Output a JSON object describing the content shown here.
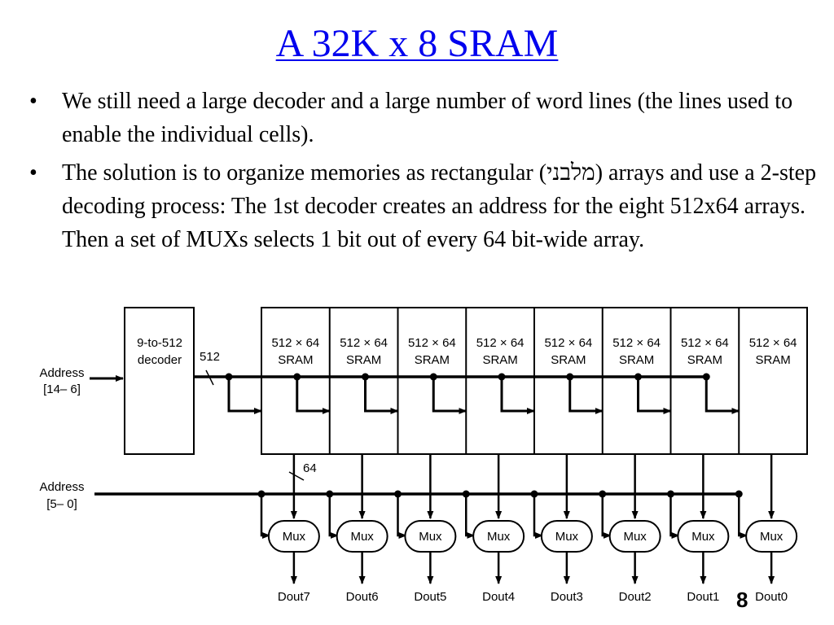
{
  "slide": {
    "title": "A 32K x 8 SRAM",
    "bullets": [
      {
        "text": "We still need a large decoder and a large number of word lines (the lines used to enable the individual cells)."
      },
      {
        "before": "The solution is to organize memories as rectangular (",
        "hebrew": "מלבני",
        "after": ") arrays and use a 2-step decoding process: The 1st decoder creates an address for the eight 512x64 arrays. Then a set of MUXs selects 1 bit out of every 64 bit-wide array."
      }
    ],
    "page_number": "8"
  },
  "diagram": {
    "decoder": {
      "line1": "9-to-512",
      "line2": "decoder"
    },
    "address_high": {
      "line1": "Address",
      "line2": "[14– 6]"
    },
    "address_low": {
      "line1": "Address",
      "line2": "[5– 0]"
    },
    "bus_width_label": "512",
    "data_width_label": "64",
    "sram_blocks": [
      {
        "line1": "512 × 64",
        "line2": "SRAM"
      },
      {
        "line1": "512 × 64",
        "line2": "SRAM"
      },
      {
        "line1": "512 × 64",
        "line2": "SRAM"
      },
      {
        "line1": "512 × 64",
        "line2": "SRAM"
      },
      {
        "line1": "512 × 64",
        "line2": "SRAM"
      },
      {
        "line1": "512 × 64",
        "line2": "SRAM"
      },
      {
        "line1": "512 × 64",
        "line2": "SRAM"
      },
      {
        "line1": "512 × 64",
        "line2": "SRAM"
      }
    ],
    "mux_label": "Mux",
    "outputs": [
      "Dout7",
      "Dout6",
      "Dout5",
      "Dout4",
      "Dout3",
      "Dout2",
      "Dout1",
      "Dout0"
    ]
  }
}
